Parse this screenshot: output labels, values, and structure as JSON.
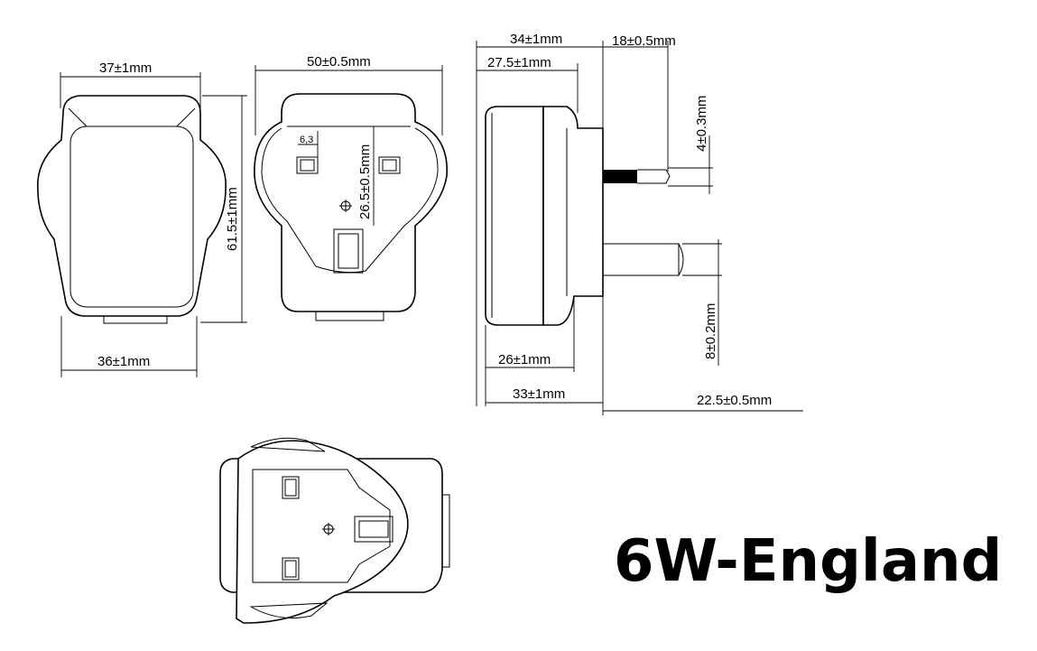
{
  "title": "6W-England",
  "dimensions": {
    "front_top_width": "37±1mm",
    "front_bottom_width": "36±1mm",
    "front_height": "61.5±1mm",
    "back_width": "50±0.5mm",
    "pin_spacing_small": "6,3",
    "pin_spacing_vertical": "26.5±0.5mm",
    "side_total_top": "34±1mm",
    "side_inner_top": "27.5±1mm",
    "pin_length_top": "18±0.5mm",
    "pin_thickness_top": "4±0.3mm",
    "side_bottom_inner": "26±1mm",
    "side_bottom_total": "33±1mm",
    "pin_thickness_bottom": "8±0.2mm",
    "pin_length_bottom": "22.5±0.5mm"
  }
}
